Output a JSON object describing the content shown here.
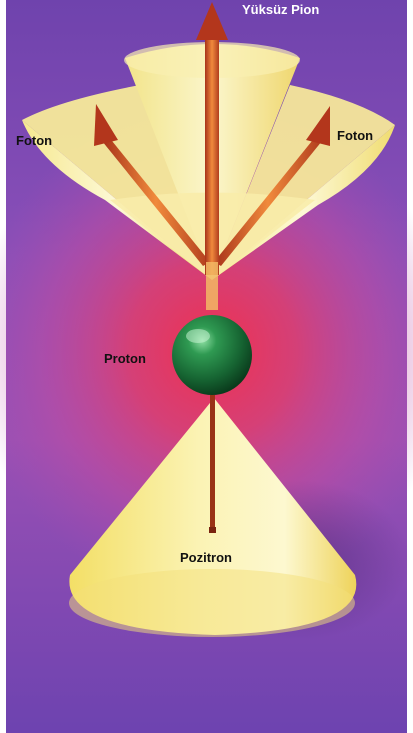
{
  "labels": {
    "neutral_pion": "Yüksüz Pion",
    "photon_left": "Foton",
    "photon_right": "Foton",
    "proton": "Proton",
    "positron": "Pozitron"
  },
  "colors": {
    "background_purple": "#7a4db4",
    "background_magenta": "#c44fa0",
    "glow_red": "#e8304e",
    "cone_light": "#fbf6c0",
    "cone_yellow": "#f1dc55",
    "arrow_orange": "#e06a2c",
    "arrow_brown": "#8a2a16",
    "proton_green": "#1f7a3c"
  }
}
